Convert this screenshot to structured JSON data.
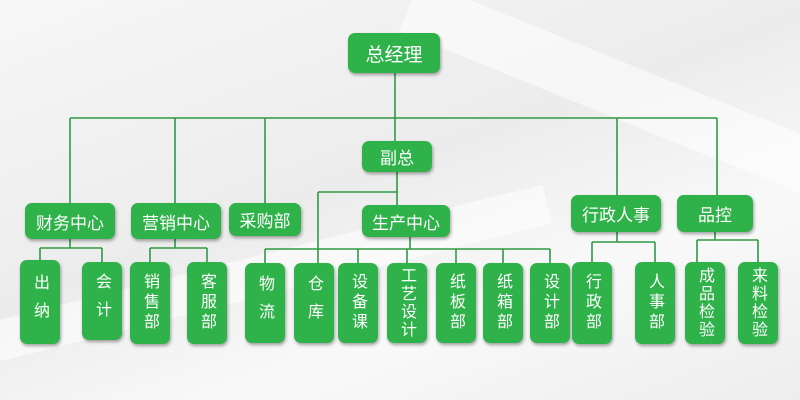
{
  "org": {
    "top": "总经理",
    "deputy": "副总",
    "finance": {
      "name": "财务中心",
      "units": [
        "出纳",
        "会计"
      ]
    },
    "marketing": {
      "name": "营销中心",
      "units": [
        "销售部",
        "客服部"
      ]
    },
    "purchasing": {
      "name": "采购部"
    },
    "production": {
      "name": "生产中心",
      "units": [
        "物流",
        "仓库",
        "设备课",
        "工艺设计",
        "纸板部",
        "纸箱部",
        "设计部"
      ]
    },
    "admin": {
      "name": "行政人事",
      "units": [
        "行政部",
        "人事部"
      ]
    },
    "qc": {
      "name": "品控",
      "units": [
        "成品检验",
        "来料检验"
      ]
    }
  },
  "colors": {
    "node_fill": "#2fb24a",
    "connector": "#2e9a44",
    "text": "#ffffff"
  }
}
